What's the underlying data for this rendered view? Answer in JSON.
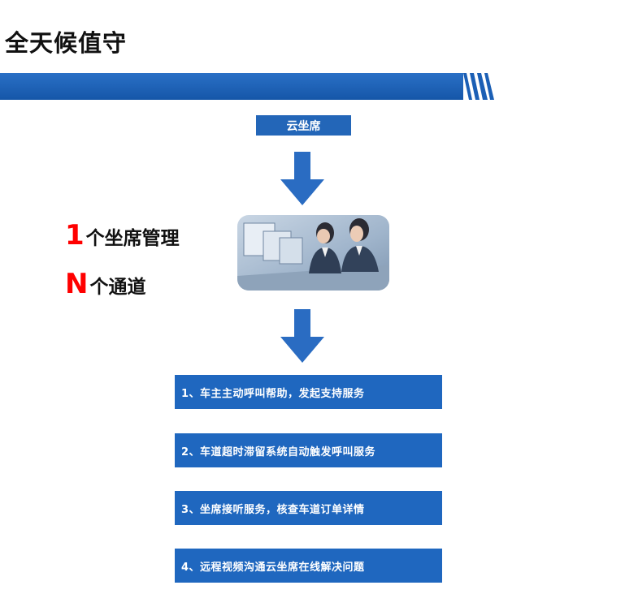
{
  "page": {
    "title": "全天候值守"
  },
  "diagram": {
    "top_label": "云坐席",
    "ratio": [
      {
        "num": "1",
        "text": "个坐席管理"
      },
      {
        "num": "N",
        "text": "个通道"
      }
    ],
    "photo_icon": "call-center-agents-photo",
    "services": [
      "1、车主主动呼叫帮助，发起支持服务",
      "2、车道超时滞留系统自动触发呼叫服务",
      "3、坐席接听服务，核查车道订单详情",
      "4、远程视频沟通云坐席在线解决问题"
    ]
  },
  "colors": {
    "banner": "#1b5fb5",
    "box": "#1f67bf",
    "arrow": "#2a6cc2",
    "accent_red": "#ff0000"
  }
}
